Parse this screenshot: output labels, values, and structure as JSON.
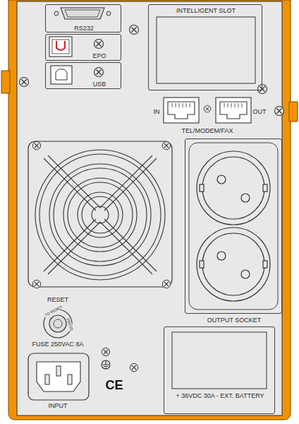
{
  "diagram": {
    "nodes": [
      {
        "text": [
          "RS232"
        ]
      },
      {
        "text": [
          "EPO"
        ]
      },
      {
        "text": [
          "USB"
        ]
      },
      {
        "text": [
          "INTELLIGENT SLOT"
        ]
      },
      {
        "text": [
          "OUTPUT SOCKET"
        ]
      },
      {
        "text": [
          "+ 36VDC 30A - EXT. BATTERY"
        ]
      }
    ],
    "labels": [
      "IN",
      "OUT",
      "TEL/MODEM/FAX",
      "RESET",
      "TO RESET",
      "PRESS",
      "FUSE 250VAC 8A",
      "INPUT",
      "CE"
    ]
  }
}
